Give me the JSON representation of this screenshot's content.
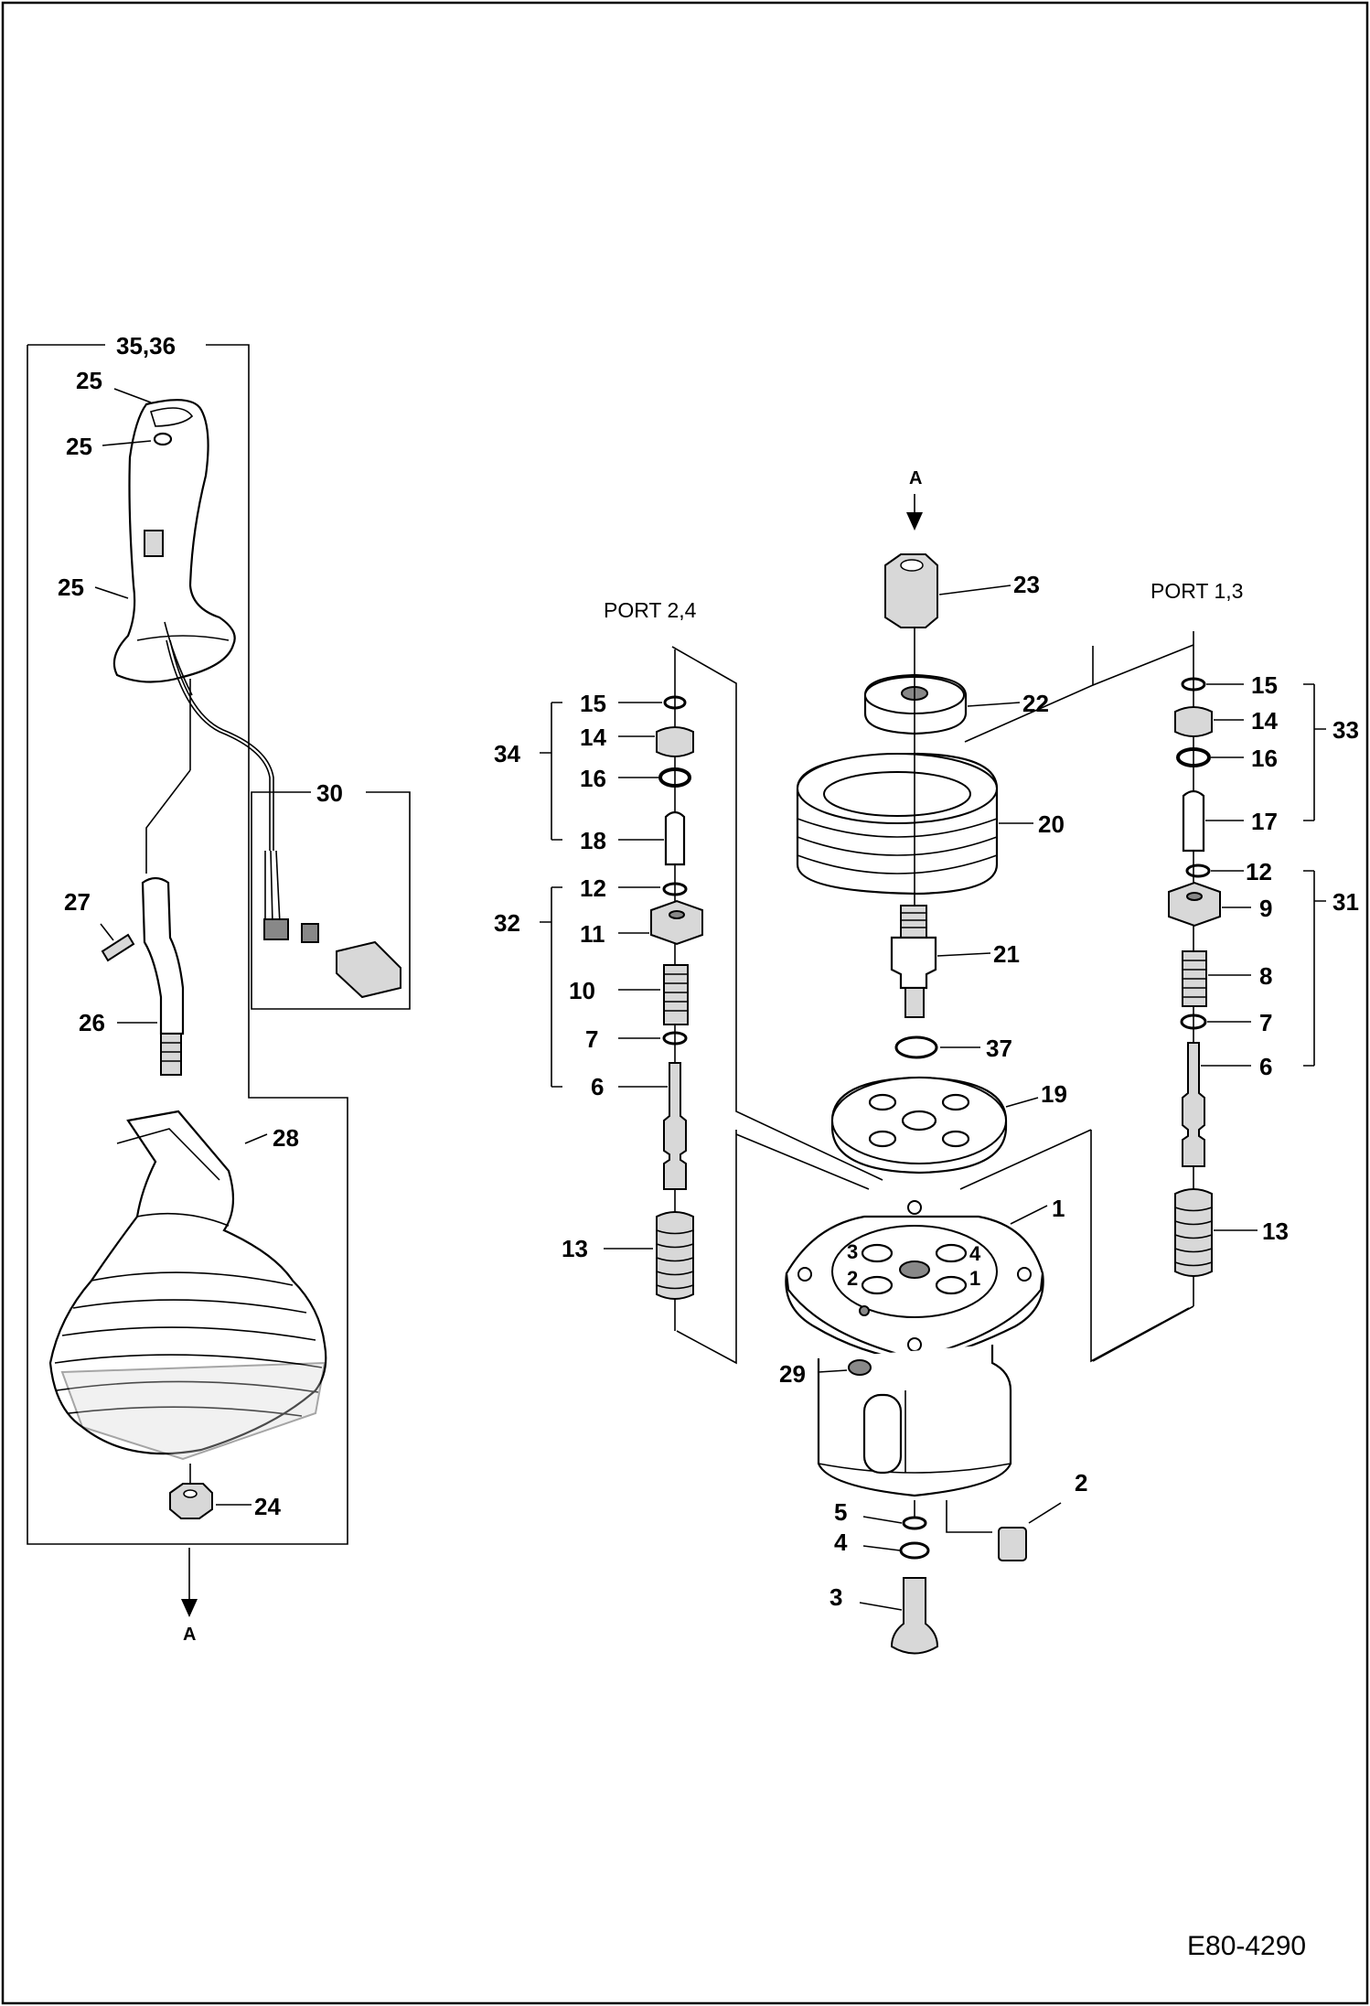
{
  "drawing": {
    "reference": "E80-4290",
    "view_marker": "A",
    "port_left": "PORT 2,4",
    "port_right": "PORT 1,3",
    "port_numbers": [
      "3",
      "4",
      "2",
      "1"
    ]
  },
  "callouts": {
    "c1": "1",
    "c2": "2",
    "c3": "3",
    "c4": "4",
    "c5": "5",
    "c6l": "6",
    "c6r": "6",
    "c7l": "7",
    "c7r": "7",
    "c8": "8",
    "c9": "9",
    "c10": "10",
    "c11": "11",
    "c12l": "12",
    "c12r": "12",
    "c13l": "13",
    "c13r": "13",
    "c14l": "14",
    "c14r": "14",
    "c15l": "15",
    "c15r": "15",
    "c16l": "16",
    "c16r": "16",
    "c17": "17",
    "c18": "18",
    "c19": "19",
    "c20": "20",
    "c21": "21",
    "c22": "22",
    "c23": "23",
    "c24": "24",
    "c25a": "25",
    "c25b": "25",
    "c25c": "25",
    "c26": "26",
    "c27": "27",
    "c28": "28",
    "c29": "29",
    "c30": "30",
    "c31": "31",
    "c32": "32",
    "c33": "33",
    "c34": "34",
    "c35": "35,36",
    "c37": "37"
  }
}
